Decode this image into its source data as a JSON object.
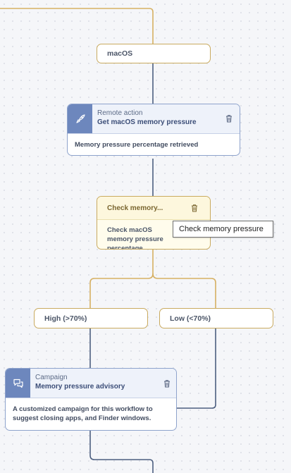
{
  "flow": {
    "os_node": {
      "label": "macOS"
    },
    "remote_action": {
      "type_label": "Remote action",
      "name": "Get macOS memory pressure",
      "description": "Memory pressure percentage retrieved",
      "icon": "rocket-icon"
    },
    "check_node": {
      "title": "Check memory...",
      "description": "Check macOS memory pressure percentage",
      "tooltip": "Check memory pressure"
    },
    "branches": [
      {
        "label": "High (>70%)"
      },
      {
        "label": "Low (<70%)"
      }
    ],
    "campaign": {
      "type_label": "Campaign",
      "name": "Memory pressure advisory",
      "description": "A customized campaign for this workflow to suggest closing apps, and Finder windows.",
      "icon": "chat-bubbles-icon"
    }
  },
  "colors": {
    "condition_border": "#c9aa5f",
    "action_border": "#8ea3cc",
    "action_icon_bg": "#6d87bd",
    "connector_blue": "#4d5f80",
    "connector_gold": "#d6b063"
  }
}
